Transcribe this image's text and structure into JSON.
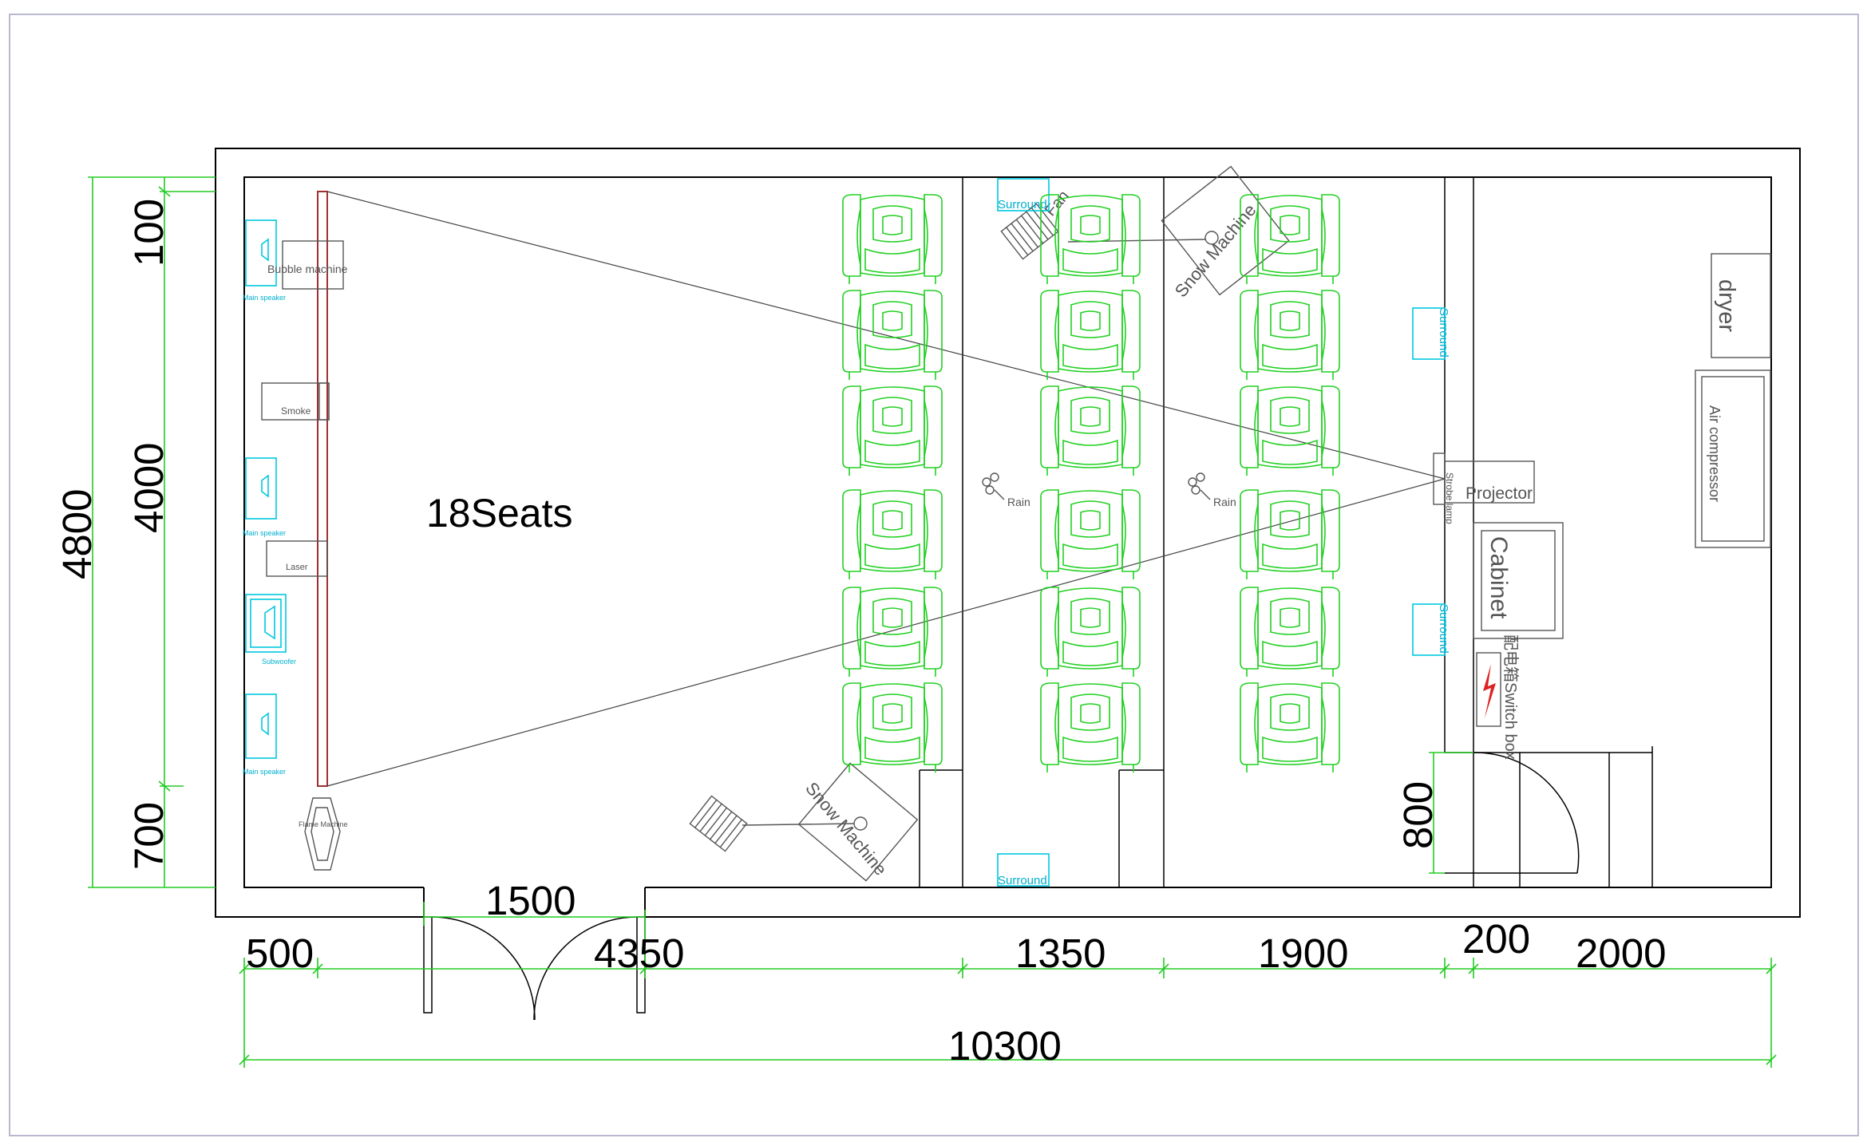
{
  "diagram": {
    "seats_label": "18Seats",
    "seat_layout": {
      "columns": 3,
      "rows": 6
    },
    "dimensions": {
      "total_height": "4800",
      "left_top": "100",
      "left_mid": "4000",
      "left_bottom": "700",
      "door_width": "1500",
      "seg_500": "500",
      "seg_4350": "4350",
      "seg_1350": "1350",
      "seg_1900": "1900",
      "seg_200": "200",
      "seg_2000": "2000",
      "total_width": "10300",
      "door_800": "800"
    },
    "equipment": {
      "bubble": "Bubble machine",
      "smoke": "Smoke",
      "laser": "Laser",
      "subwoofer": "Subwoofer",
      "main_speaker": "Main speaker",
      "flame": "Flame Machine",
      "fan": "Fan",
      "snow1": "Snow Machine",
      "snow2": "Snow Machine",
      "rain": "Rain",
      "surround": "Surround",
      "projector": "Projector",
      "cabinet": "Cabinet",
      "switch_box": "配电箱Switch box",
      "dryer": "dryer",
      "air_compressor": "Air compressor",
      "strobe": "Strobe lamp"
    }
  },
  "colors": {
    "wall": "#000000",
    "dimension": "#22cc22",
    "seat": "#22d022",
    "speaker": "#00c8e0"
  }
}
